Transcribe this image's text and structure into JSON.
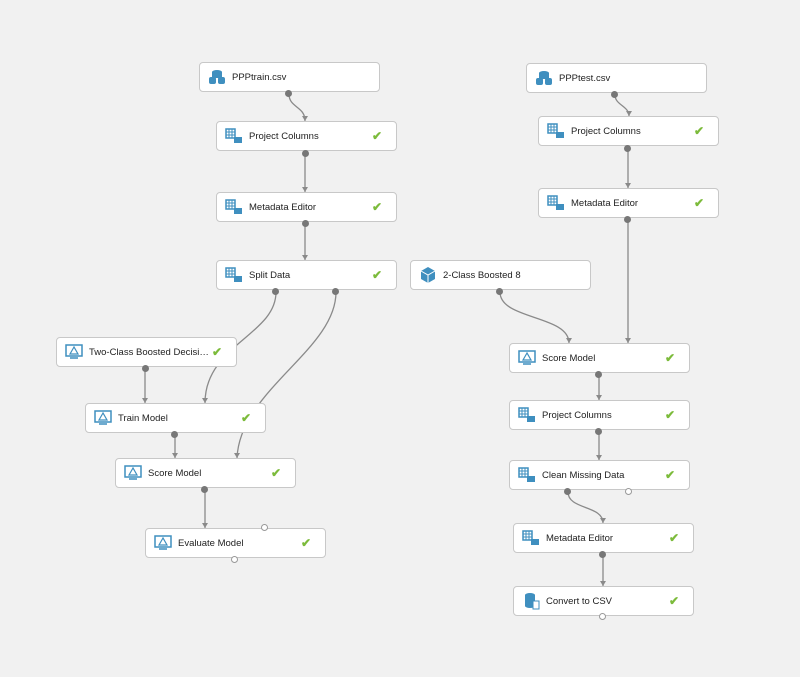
{
  "canvas": {
    "left_pipeline": {
      "dataset": {
        "label": "PPPtrain.csv"
      },
      "project_columns": {
        "label": "Project Columns",
        "status": "✔"
      },
      "metadata_editor": {
        "label": "Metadata Editor",
        "status": "✔"
      },
      "split_data": {
        "label": "Split Data",
        "status": "✔"
      },
      "two_class_boosted": {
        "label": "Two-Class Boosted Decisio...",
        "status": "✔"
      },
      "train_model": {
        "label": "Train Model",
        "status": "✔"
      },
      "score_model": {
        "label": "Score Model",
        "status": "✔"
      },
      "evaluate_model": {
        "label": "Evaluate Model",
        "status": "✔"
      }
    },
    "right_pipeline": {
      "dataset": {
        "label": "PPPtest.csv"
      },
      "project_columns": {
        "label": "Project Columns",
        "status": "✔"
      },
      "metadata_editor": {
        "label": "Metadata Editor",
        "status": "✔"
      },
      "trained_model": {
        "label": "2-Class Boosted 8"
      },
      "score_model": {
        "label": "Score Model",
        "status": "✔"
      },
      "project_columns_2": {
        "label": "Project Columns",
        "status": "✔"
      },
      "clean_missing": {
        "label": "Clean Missing Data",
        "status": "✔"
      },
      "metadata_editor_2": {
        "label": "Metadata Editor",
        "status": "✔"
      },
      "convert_csv": {
        "label": "Convert to CSV",
        "status": "✔"
      }
    }
  },
  "colors": {
    "status_ok": "#7cbb3b",
    "icon": "#3f8fbf",
    "port": "#777777"
  }
}
